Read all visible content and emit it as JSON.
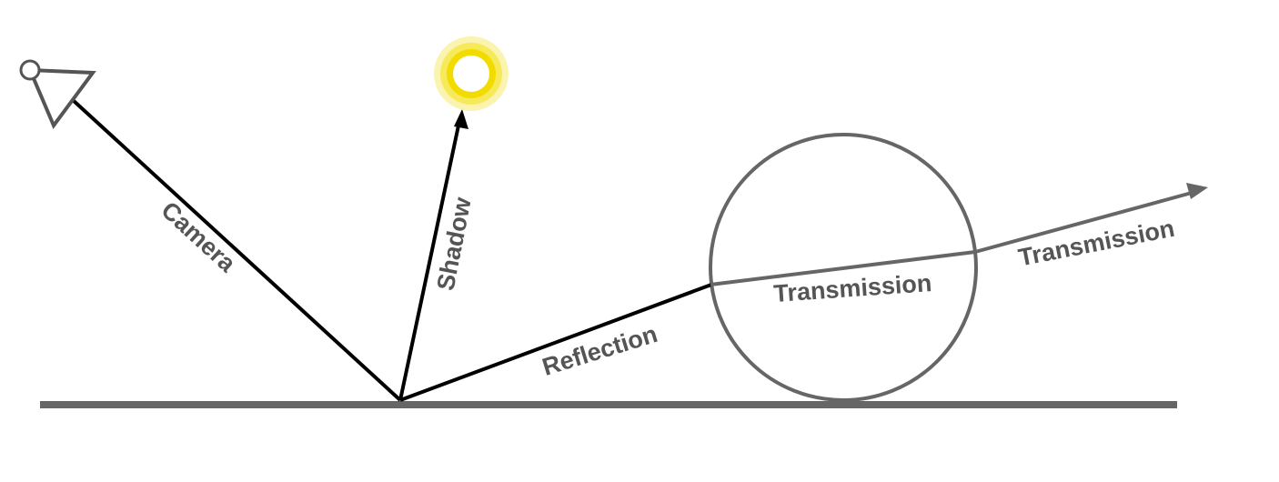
{
  "diagram": {
    "labels": {
      "camera": "Camera",
      "shadow": "Shadow",
      "reflection": "Reflection",
      "transmission_inside": "Transmission",
      "transmission_outside": "Transmission"
    },
    "colors": {
      "primary_ray": "#000000",
      "secondary_ray": "#666666",
      "label": "#555555",
      "ground": "#666666",
      "sphere_stroke": "#666666",
      "camera_stroke": "#555555",
      "sun_core": "#f2dc00",
      "sun_glow": "#f7ea5a",
      "sun_halo": "#fbf3b0"
    },
    "icons": {
      "camera": "camera-icon",
      "sun": "sun-icon"
    }
  }
}
